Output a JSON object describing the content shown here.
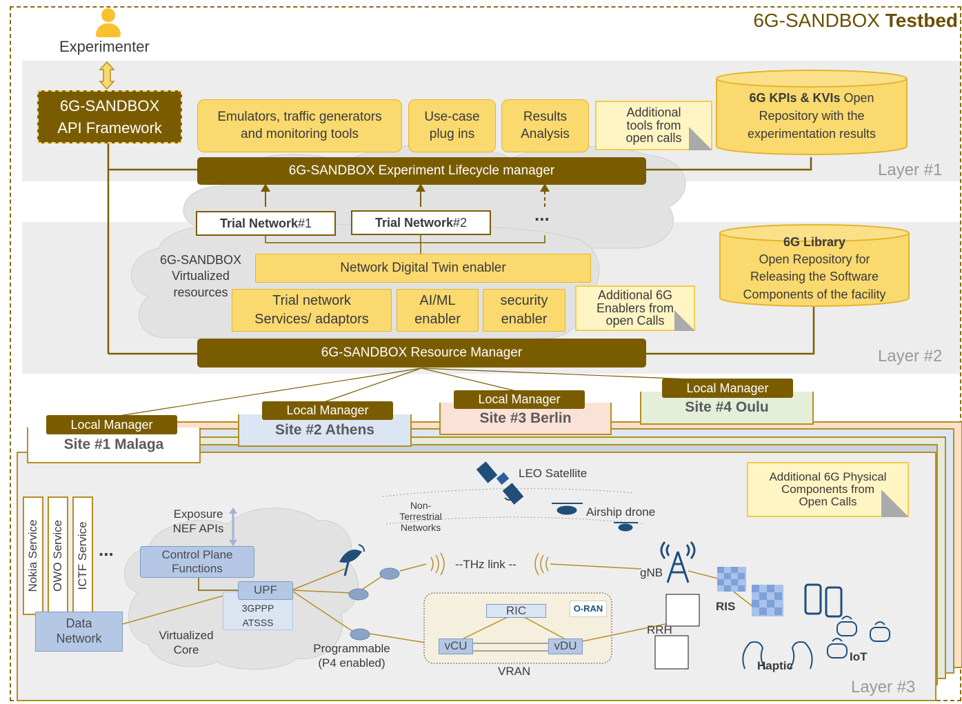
{
  "header": {
    "title_prefix": "6G-SANDBOX",
    "title_bold": "Testbed",
    "experimenter": "Experimenter"
  },
  "layers": {
    "l1": "Layer #1",
    "l2": "Layer #2",
    "l3": "Layer #3"
  },
  "layer1": {
    "api_framework": [
      "6G-SANDBOX",
      "API Framework"
    ],
    "emulators": [
      "Emulators, traffic generators",
      "and monitoring tools"
    ],
    "usecase": [
      "Use-case",
      "plug ins"
    ],
    "results": [
      "Results",
      "Analysis"
    ],
    "additional_tools": [
      "Additional",
      "tools from",
      "open calls"
    ],
    "kpi_repo_bold": "6G KPIs & KVIs",
    "kpi_repo_rest": [
      "Open",
      "Repository with the",
      "experimentation results"
    ],
    "lifecycle_manager": "6G-SANDBOX Experiment Lifecycle manager"
  },
  "layer2": {
    "trial1_bold": "Trial Network",
    "trial1_num": " #1",
    "trial2_bold": "Trial Network",
    "trial2_num": " #2",
    "ellipsis": "...",
    "virtualized": [
      "6G-SANDBOX",
      "Virtualized",
      "resources"
    ],
    "digital_twin": "Network Digital Twin enabler",
    "trial_services": [
      "Trial network",
      "Services/ adaptors"
    ],
    "aiml": [
      "AI/ML",
      "enabler"
    ],
    "security": [
      "security",
      "enabler"
    ],
    "additional_enablers": [
      "Additional 6G",
      "Enablers from",
      "open Calls"
    ],
    "library_title": "6G Library",
    "library_text": [
      "Open Repository for",
      "Releasing the Software",
      "Components of the facility"
    ],
    "resource_manager": "6G-SANDBOX Resource Manager"
  },
  "sites": [
    {
      "manager": "Local Manager",
      "name": "Site #1 Malaga",
      "color": "#ffffff"
    },
    {
      "manager": "Local Manager",
      "name": "Site #2 Athens",
      "color": "#dbe5f3"
    },
    {
      "manager": "Local Manager",
      "name": "Site #3 Berlin",
      "color": "#fbe2d6"
    },
    {
      "manager": "Local Manager",
      "name": "Site #4 Oulu",
      "color": "#e3efd9"
    }
  ],
  "layer3": {
    "services": [
      "Nokia Service",
      "OWO Service",
      "ICTF Service"
    ],
    "services_more": "...",
    "data_network": [
      "Data",
      "Network"
    ],
    "exposure": [
      "Exposure",
      "NEF APIs"
    ],
    "control_plane": [
      "Control Plane",
      "Functions"
    ],
    "upf": "UPF",
    "atsss": [
      "3GPPP",
      "ATSSS"
    ],
    "virtualized_core": [
      "Virtualized",
      "Core"
    ],
    "programmable": [
      "Programmable",
      "(P4 enabled)"
    ],
    "leo": "LEO Satellite",
    "ntn": [
      "Non-",
      "Terrestrial",
      "Networks"
    ],
    "airship": "Airship drone",
    "thz": "--THz link --",
    "ric": "RIC",
    "oran": "O-RAN",
    "vcu": "vCU",
    "vdu": "vDU",
    "vran": "VRAN",
    "gnb": "gNB",
    "rrh": "RRH",
    "ris": "RIS",
    "haptic": "Haptic",
    "iot": "IoT",
    "additional_physical": [
      "Additional 6G Physical",
      "Components from",
      "Open Calls"
    ]
  },
  "colors": {
    "dark_gold": "#7a5c00",
    "yellow_box": "#fad96f",
    "blue_box": "#b4c8e6",
    "layer_grey": "#ededed"
  }
}
